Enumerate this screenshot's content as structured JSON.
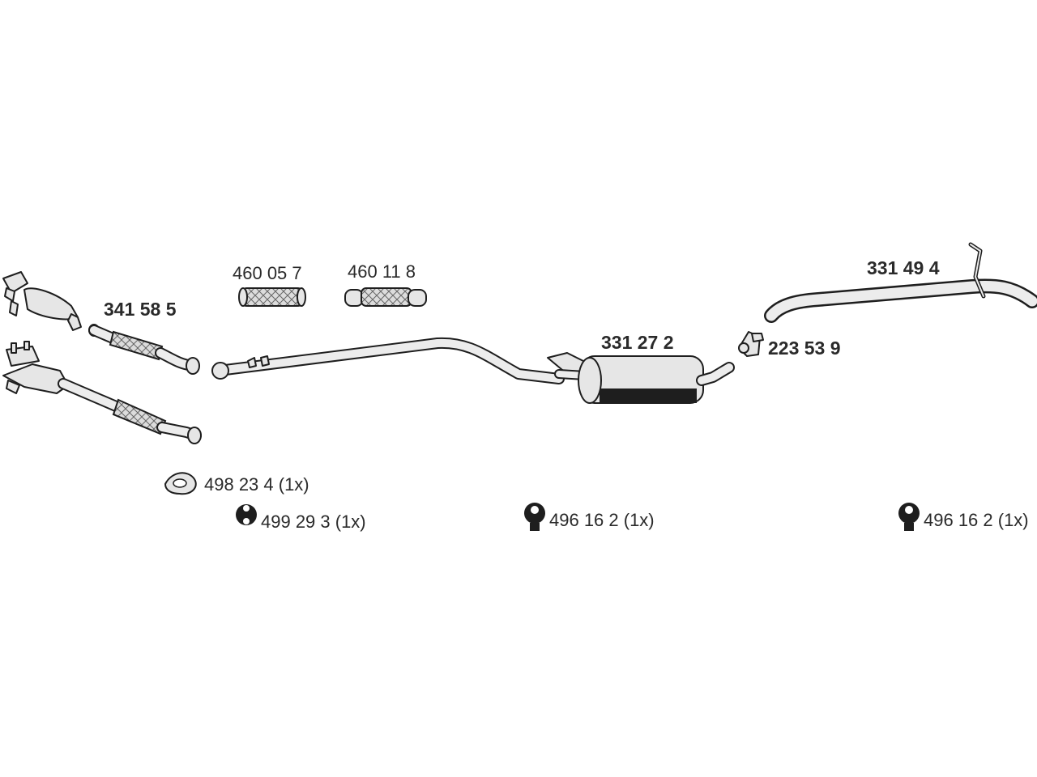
{
  "diagram": {
    "parts": [
      {
        "number": "341 58 5",
        "kind": "front-pipe-with-flex"
      },
      {
        "number": "460 05 7",
        "kind": "flex-joint"
      },
      {
        "number": "460 11 8",
        "kind": "flex-joint"
      },
      {
        "number": "331 27 2",
        "kind": "middle-silencer"
      },
      {
        "number": "223 53 9",
        "kind": "clamp"
      },
      {
        "number": "331 49 4",
        "kind": "tail-pipe"
      }
    ],
    "fittings": [
      {
        "label": "498 23 4 (1x)",
        "icon": "gasket-icon"
      },
      {
        "label": "499 29 3 (1x)",
        "icon": "rubber-mount-icon"
      },
      {
        "label": "496 16 2 (1x)",
        "icon": "rubber-mount-icon"
      },
      {
        "label": "496 16 2 (1x)",
        "icon": "rubber-mount-icon"
      }
    ],
    "colors": {
      "line": "#1e1e1e",
      "fill": "#e6e6e6",
      "text": "#2a2a2a",
      "background": "#ffffff"
    }
  }
}
